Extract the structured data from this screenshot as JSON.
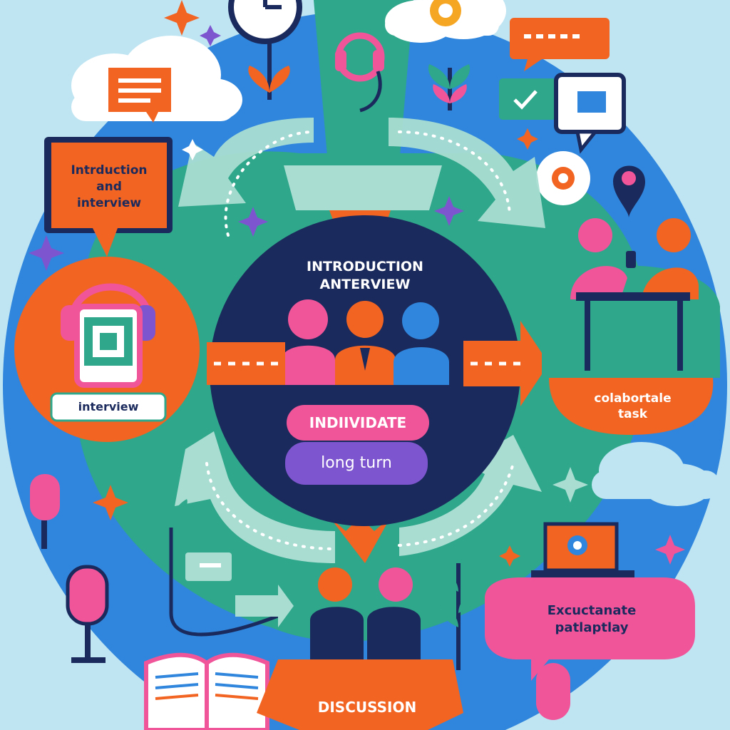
{
  "labels": {
    "intro_box": [
      "Intrduction",
      "and",
      "interview"
    ],
    "center_title": [
      "introduction",
      "anterview"
    ],
    "interview": "interview",
    "individate": "indiividate",
    "long_turn": "long turn",
    "collab": [
      "colabortale",
      "task"
    ],
    "evaluate": [
      "Excuctanate",
      "patlaptlay"
    ],
    "discussion": "Discussion"
  },
  "colors": {
    "background": "#bfe4f2",
    "blue": "#2f86dc",
    "green": "#2fa78a",
    "navy": "#1b2a5c",
    "orange": "#f26422",
    "pink": "#f0559a",
    "purple": "#7d55cf",
    "mint": "#a9ddd2"
  }
}
